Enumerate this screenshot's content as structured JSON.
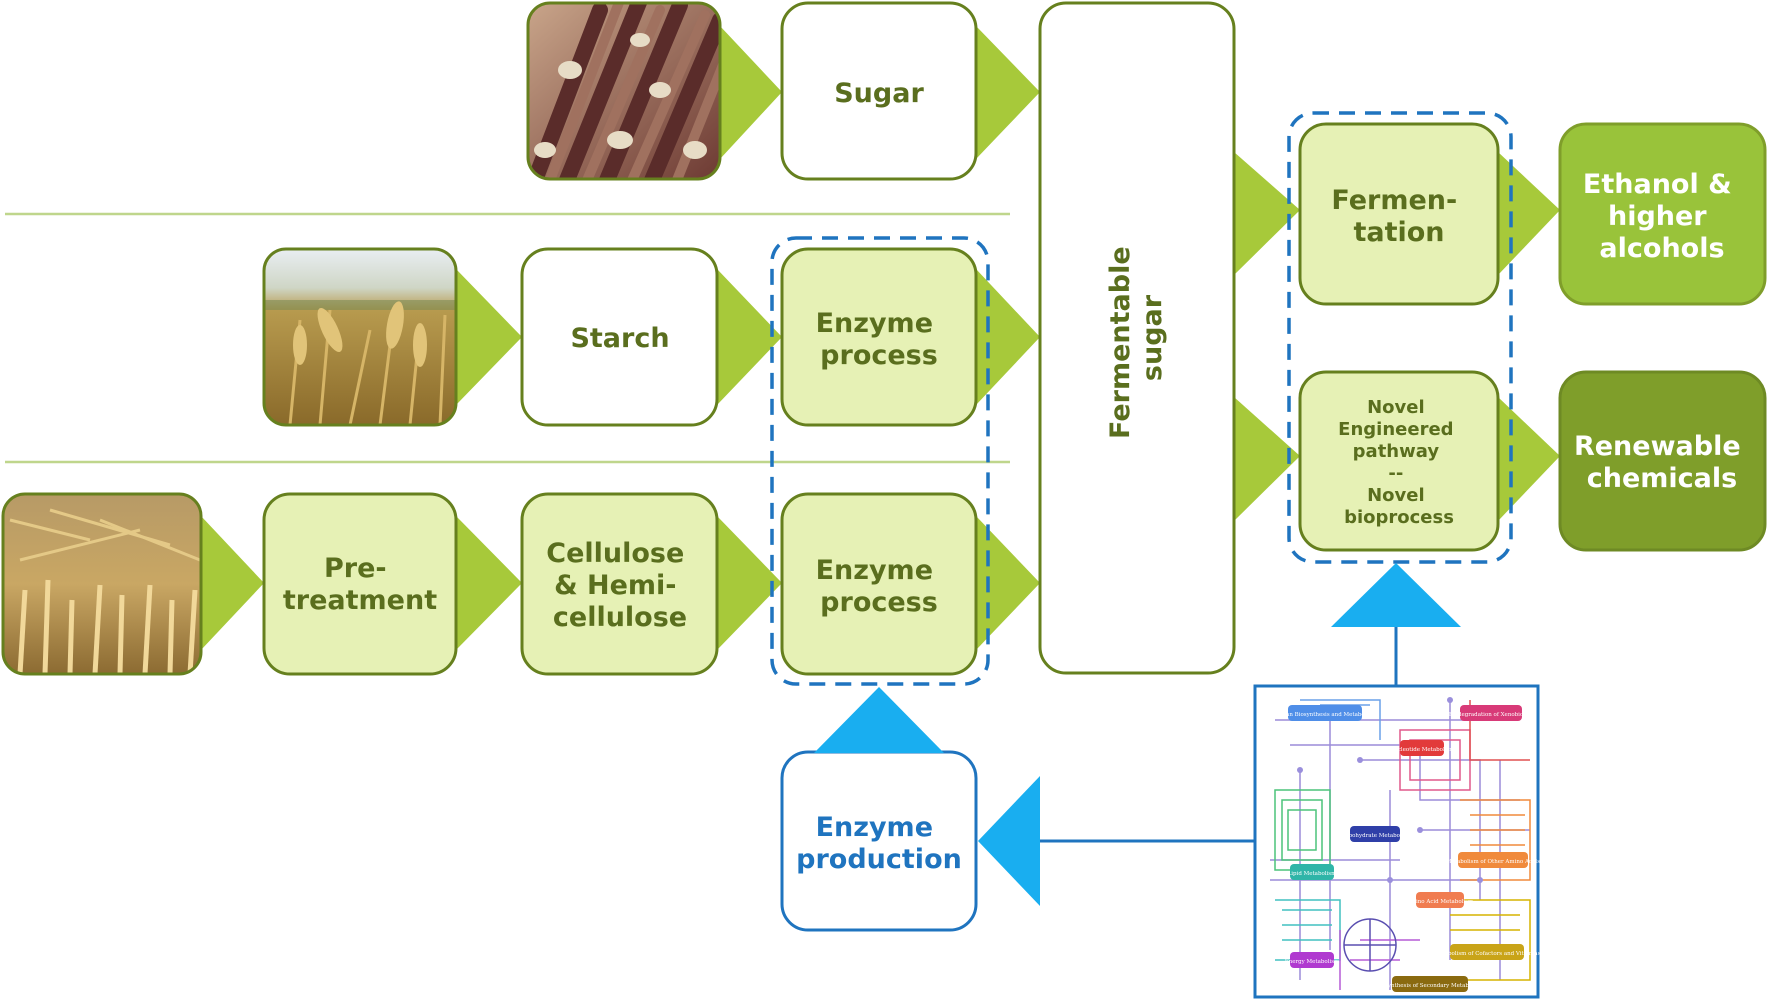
{
  "sources": {
    "sugarcane": "sugarcane-photo",
    "wheat": "wheat-field-photo",
    "straw": "straw-field-photo"
  },
  "nodes": {
    "sugar": "Sugar",
    "starch": "Starch",
    "pretreatment": [
      "Pre-",
      "treatment"
    ],
    "cellulose": [
      "Cellulose",
      "& Hemi-",
      "cellulose"
    ],
    "enzyme_process_1": [
      "Enzyme",
      "process"
    ],
    "enzyme_process_2": [
      "Enzyme",
      "process"
    ],
    "fermentable_sugar": [
      "Fermentable",
      "sugar"
    ],
    "fermentation": [
      "Fermen-",
      "tation"
    ],
    "novel": [
      "Novel",
      "Engineered",
      "pathway",
      "--",
      "Novel",
      "bioprocess"
    ],
    "ethanol": [
      "Ethanol &",
      "higher",
      "alcohols"
    ],
    "renewable": [
      "Renewable",
      "chemicals"
    ],
    "enzyme_production": [
      "Enzyme",
      "production"
    ]
  },
  "pathway_map": {
    "labels": [
      "Glycan Biosynthesis and Metabolism",
      "Biodegradation of Xenobiotics",
      "Nucleotide Metabolism",
      "Carbohydrate Metabolism",
      "Lipid Metabolism",
      "Metabolism of Other Amino Acids",
      "Amino Acid Metabolism",
      "Energy Metabolism",
      "Metabolism of Cofactors and Vitamins",
      "Biosynthesis of Secondary Metabolites"
    ]
  },
  "colors": {
    "box_border": "#66801e",
    "box_fill_light": "#e6f1b5",
    "arrow_green": "#a7c93a",
    "output_green": "#99c33a",
    "output_dark_green": "#7f9e2a",
    "blue": "#1f74bf",
    "blue_arrow": "#19aef0",
    "text_green": "#5a6e1e",
    "divider": "#bfd68c"
  }
}
